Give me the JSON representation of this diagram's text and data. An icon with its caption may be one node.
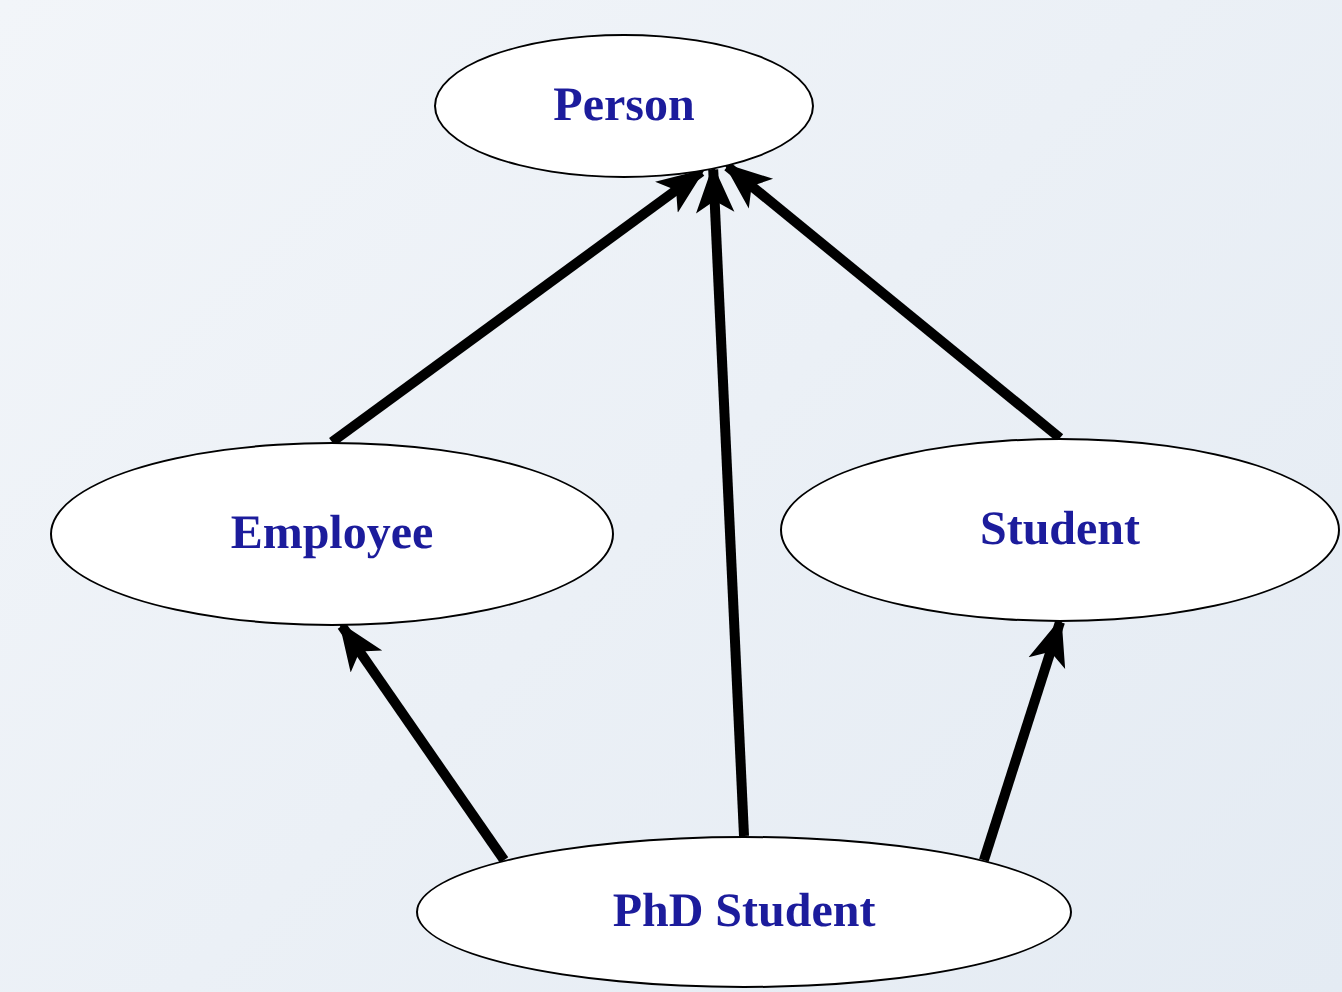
{
  "diagram": {
    "nodes": [
      {
        "text": [
          "Person"
        ]
      },
      {
        "text": [
          "Employee"
        ]
      },
      {
        "text": [
          "Student"
        ]
      },
      {
        "text": [
          "PhD Student"
        ]
      }
    ],
    "edges": [
      {
        "from": 1,
        "to": 0,
        "arrow": "to"
      },
      {
        "from": 3,
        "to": 0,
        "arrow": "to"
      },
      {
        "from": 2,
        "to": 0,
        "arrow": "to"
      },
      {
        "from": 3,
        "to": 1,
        "arrow": "to"
      },
      {
        "from": 3,
        "to": 2,
        "arrow": "to"
      }
    ]
  }
}
